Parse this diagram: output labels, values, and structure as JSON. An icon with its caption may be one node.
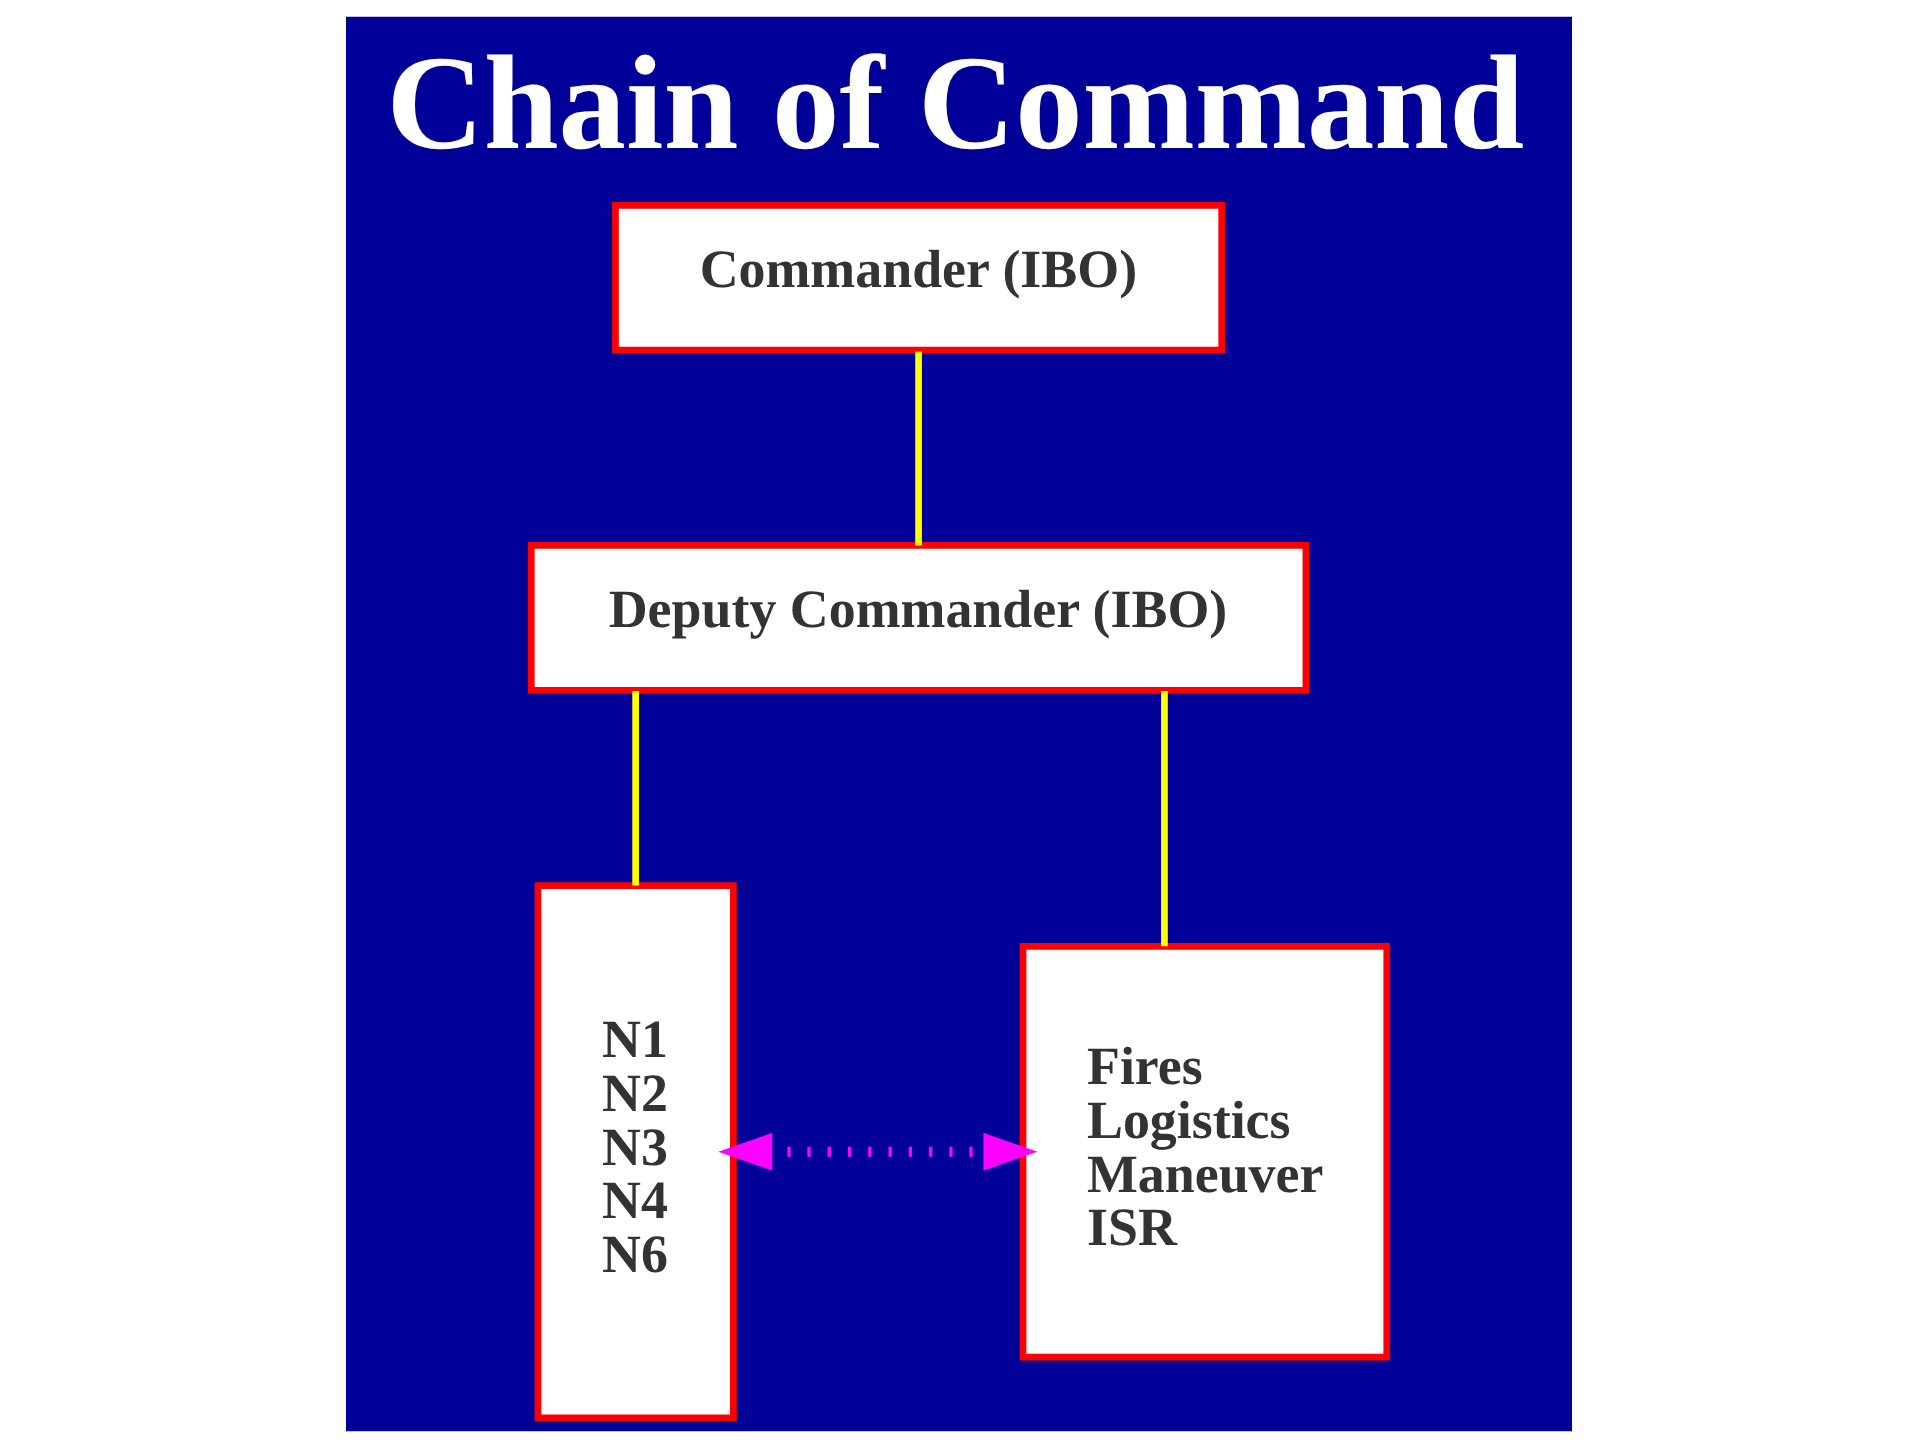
{
  "diagram": {
    "title": "Chain of Command",
    "nodes": [
      {
        "text": [
          "Commander (IBO)"
        ]
      },
      {
        "text": [
          "Deputy Commander (IBO)"
        ]
      },
      {
        "text": [
          "N1",
          "N2",
          "N3",
          "N4",
          "N6"
        ]
      },
      {
        "text": [
          "Fires",
          "Logistics",
          "Maneuver",
          "ISR"
        ]
      }
    ],
    "edges": [
      {
        "from": 0,
        "to": 1,
        "arrow": "none"
      },
      {
        "from": 1,
        "to": 2,
        "arrow": "none"
      },
      {
        "from": 1,
        "to": 3,
        "arrow": "none"
      },
      {
        "from": 2,
        "to": 3,
        "arrow": "both",
        "style": "dashed",
        "color": "#ff00ff"
      }
    ]
  }
}
